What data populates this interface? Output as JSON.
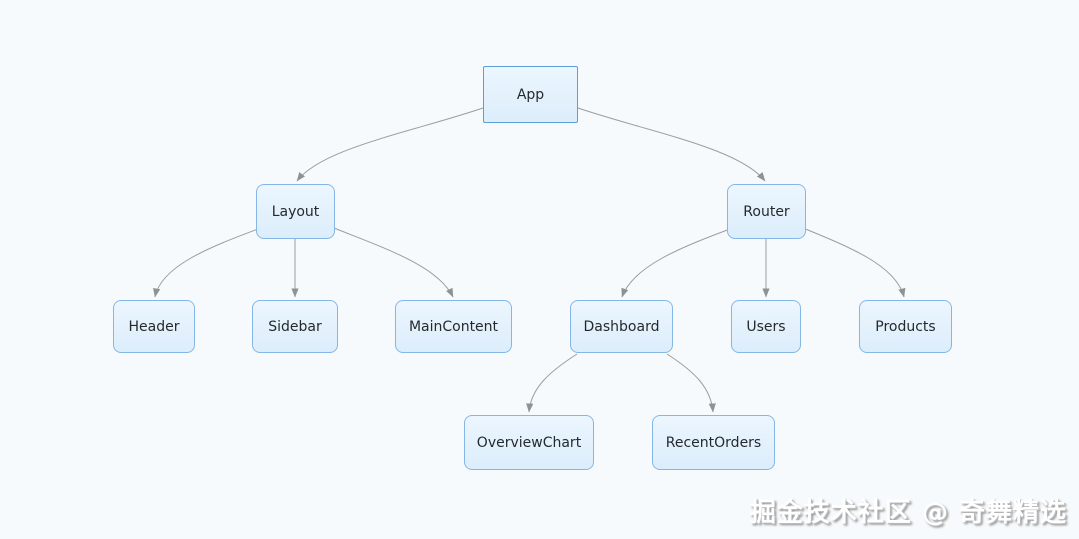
{
  "diagram": {
    "type": "component-tree",
    "nodes": [
      {
        "id": "app",
        "label": "App"
      },
      {
        "id": "layout",
        "label": "Layout"
      },
      {
        "id": "router",
        "label": "Router"
      },
      {
        "id": "header",
        "label": "Header"
      },
      {
        "id": "sidebar",
        "label": "Sidebar"
      },
      {
        "id": "maincontent",
        "label": "MainContent"
      },
      {
        "id": "dashboard",
        "label": "Dashboard"
      },
      {
        "id": "users",
        "label": "Users"
      },
      {
        "id": "products",
        "label": "Products"
      },
      {
        "id": "overviewchart",
        "label": "OverviewChart"
      },
      {
        "id": "recentorders",
        "label": "RecentOrders"
      }
    ],
    "edges": [
      {
        "from": "App",
        "to": "Layout"
      },
      {
        "from": "App",
        "to": "Router"
      },
      {
        "from": "Layout",
        "to": "Header"
      },
      {
        "from": "Layout",
        "to": "Sidebar"
      },
      {
        "from": "Layout",
        "to": "MainContent"
      },
      {
        "from": "Router",
        "to": "Dashboard"
      },
      {
        "from": "Router",
        "to": "Users"
      },
      {
        "from": "Router",
        "to": "Products"
      },
      {
        "from": "Dashboard",
        "to": "OverviewChart"
      },
      {
        "from": "Dashboard",
        "to": "RecentOrders"
      }
    ],
    "colors": {
      "background": "#f7fafc",
      "node_fill_top": "#ecf6fe",
      "node_fill_bottom": "#dcedfb",
      "node_border": "#84b7e6",
      "root_node_border": "#5d9dd8",
      "edge_stroke": "#9a9da1",
      "arrowhead_fill": "#8d9296",
      "text": "#24292e"
    }
  },
  "watermark": {
    "text": "掘金技术社区 @ 奇舞精选"
  }
}
